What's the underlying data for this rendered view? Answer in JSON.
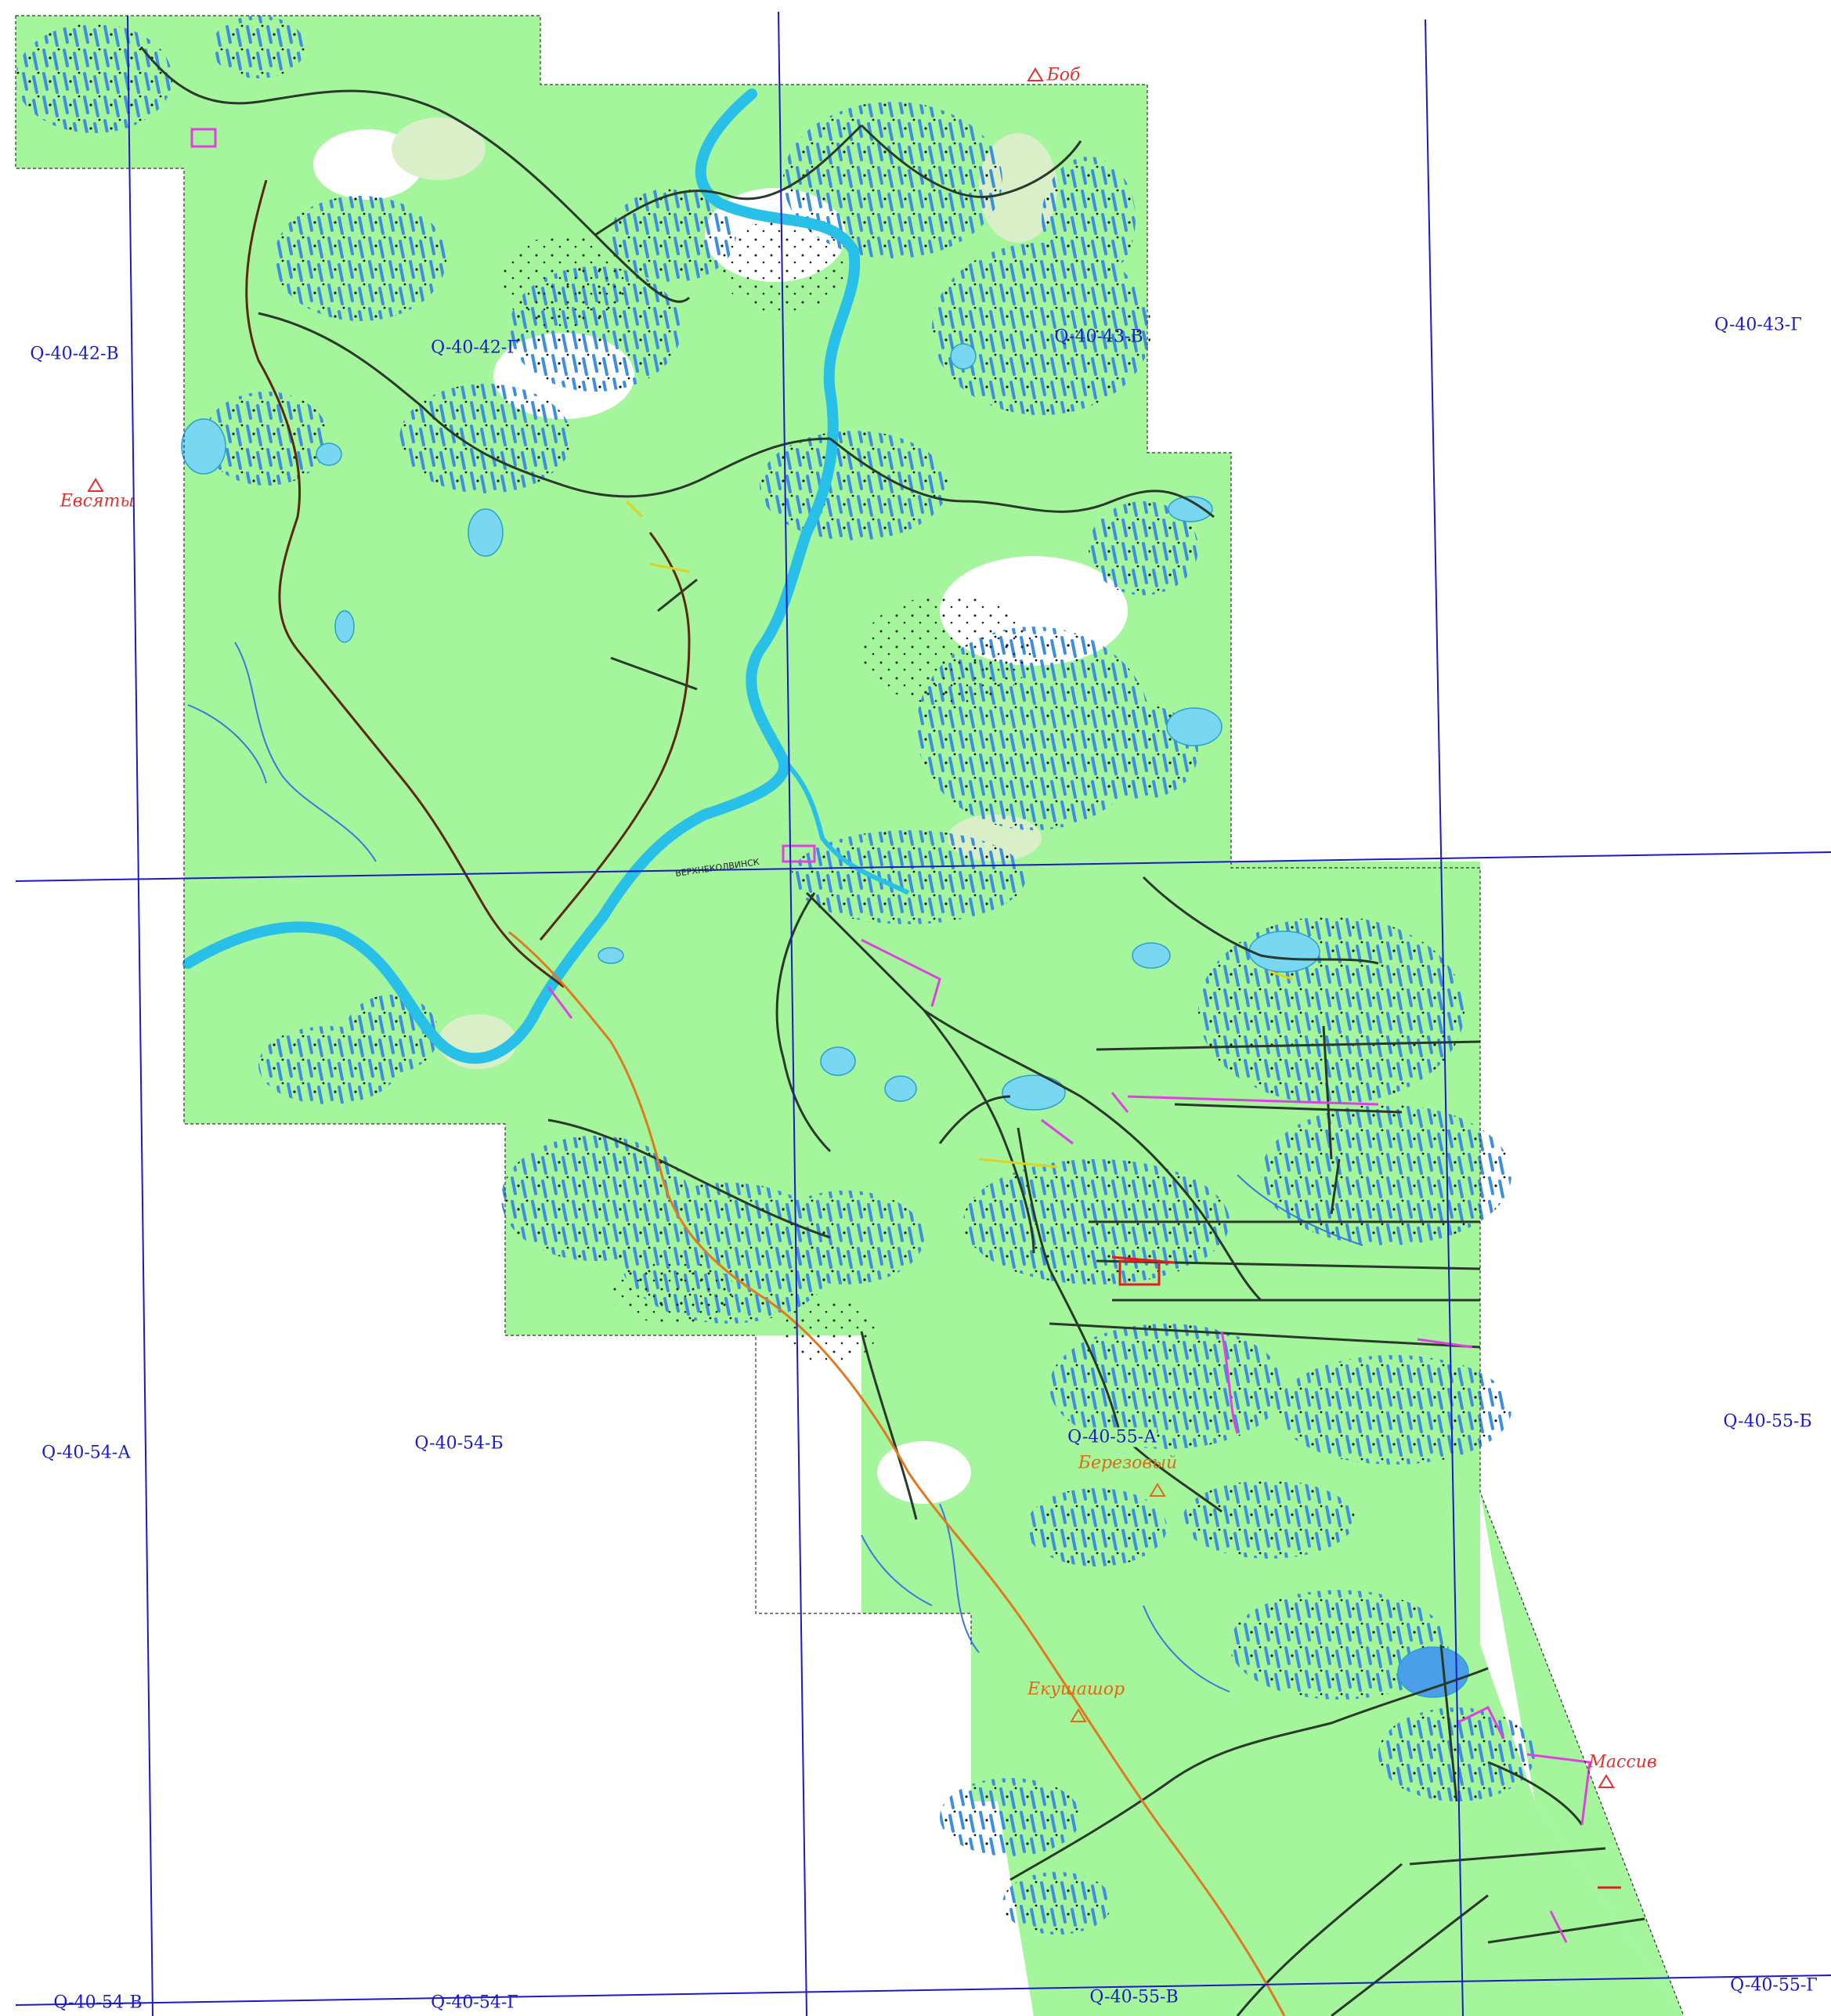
{
  "map": {
    "sheets": [
      {
        "id": "q4042v",
        "label": "Q-40-42-В"
      },
      {
        "id": "q4042g",
        "label": "Q-40-42-Г"
      },
      {
        "id": "q4043v",
        "label": "Q-40-43-В"
      },
      {
        "id": "q4043g",
        "label": "Q-40-43-Г"
      },
      {
        "id": "q4054a",
        "label": "Q-40-54-А"
      },
      {
        "id": "q4054b",
        "label": "Q-40-54-Б"
      },
      {
        "id": "q4055a",
        "label": "Q-40-55-А"
      },
      {
        "id": "q4055b",
        "label": "Q-40-55-Б"
      },
      {
        "id": "q4054v",
        "label": "Q-40-54-В"
      },
      {
        "id": "q4054g",
        "label": "Q-40-54-Г"
      },
      {
        "id": "q4055v",
        "label": "Q-40-55-В"
      },
      {
        "id": "q4055g",
        "label": "Q-40-55-Г"
      }
    ],
    "survey_points": [
      {
        "id": "bob",
        "name": "Боб",
        "color": "#e03030"
      },
      {
        "id": "evsyaty",
        "name": "Евсяты",
        "color": "#e03030"
      },
      {
        "id": "berezovy",
        "name": "Березовый",
        "color": "#e06a10"
      },
      {
        "id": "ekushashor",
        "name": "Екушашор",
        "color": "#e06a10"
      },
      {
        "id": "massiv",
        "name": "Массив",
        "color": "#e03030"
      }
    ],
    "settlement": {
      "name": "ВЕРХНЕКОЛВИНСК"
    },
    "colors": {
      "forest": "#a4f59c",
      "forest_dark": "#d9efcc",
      "swamp": "#4a9fe8",
      "lake": "#79d7f2",
      "river": "#28c0e8",
      "grid_line": "#1a1ac8",
      "road": "#2a3a2a",
      "main_road": "#5a2a10",
      "pipeline": "#e07a20",
      "facility": "#e040e0"
    }
  }
}
